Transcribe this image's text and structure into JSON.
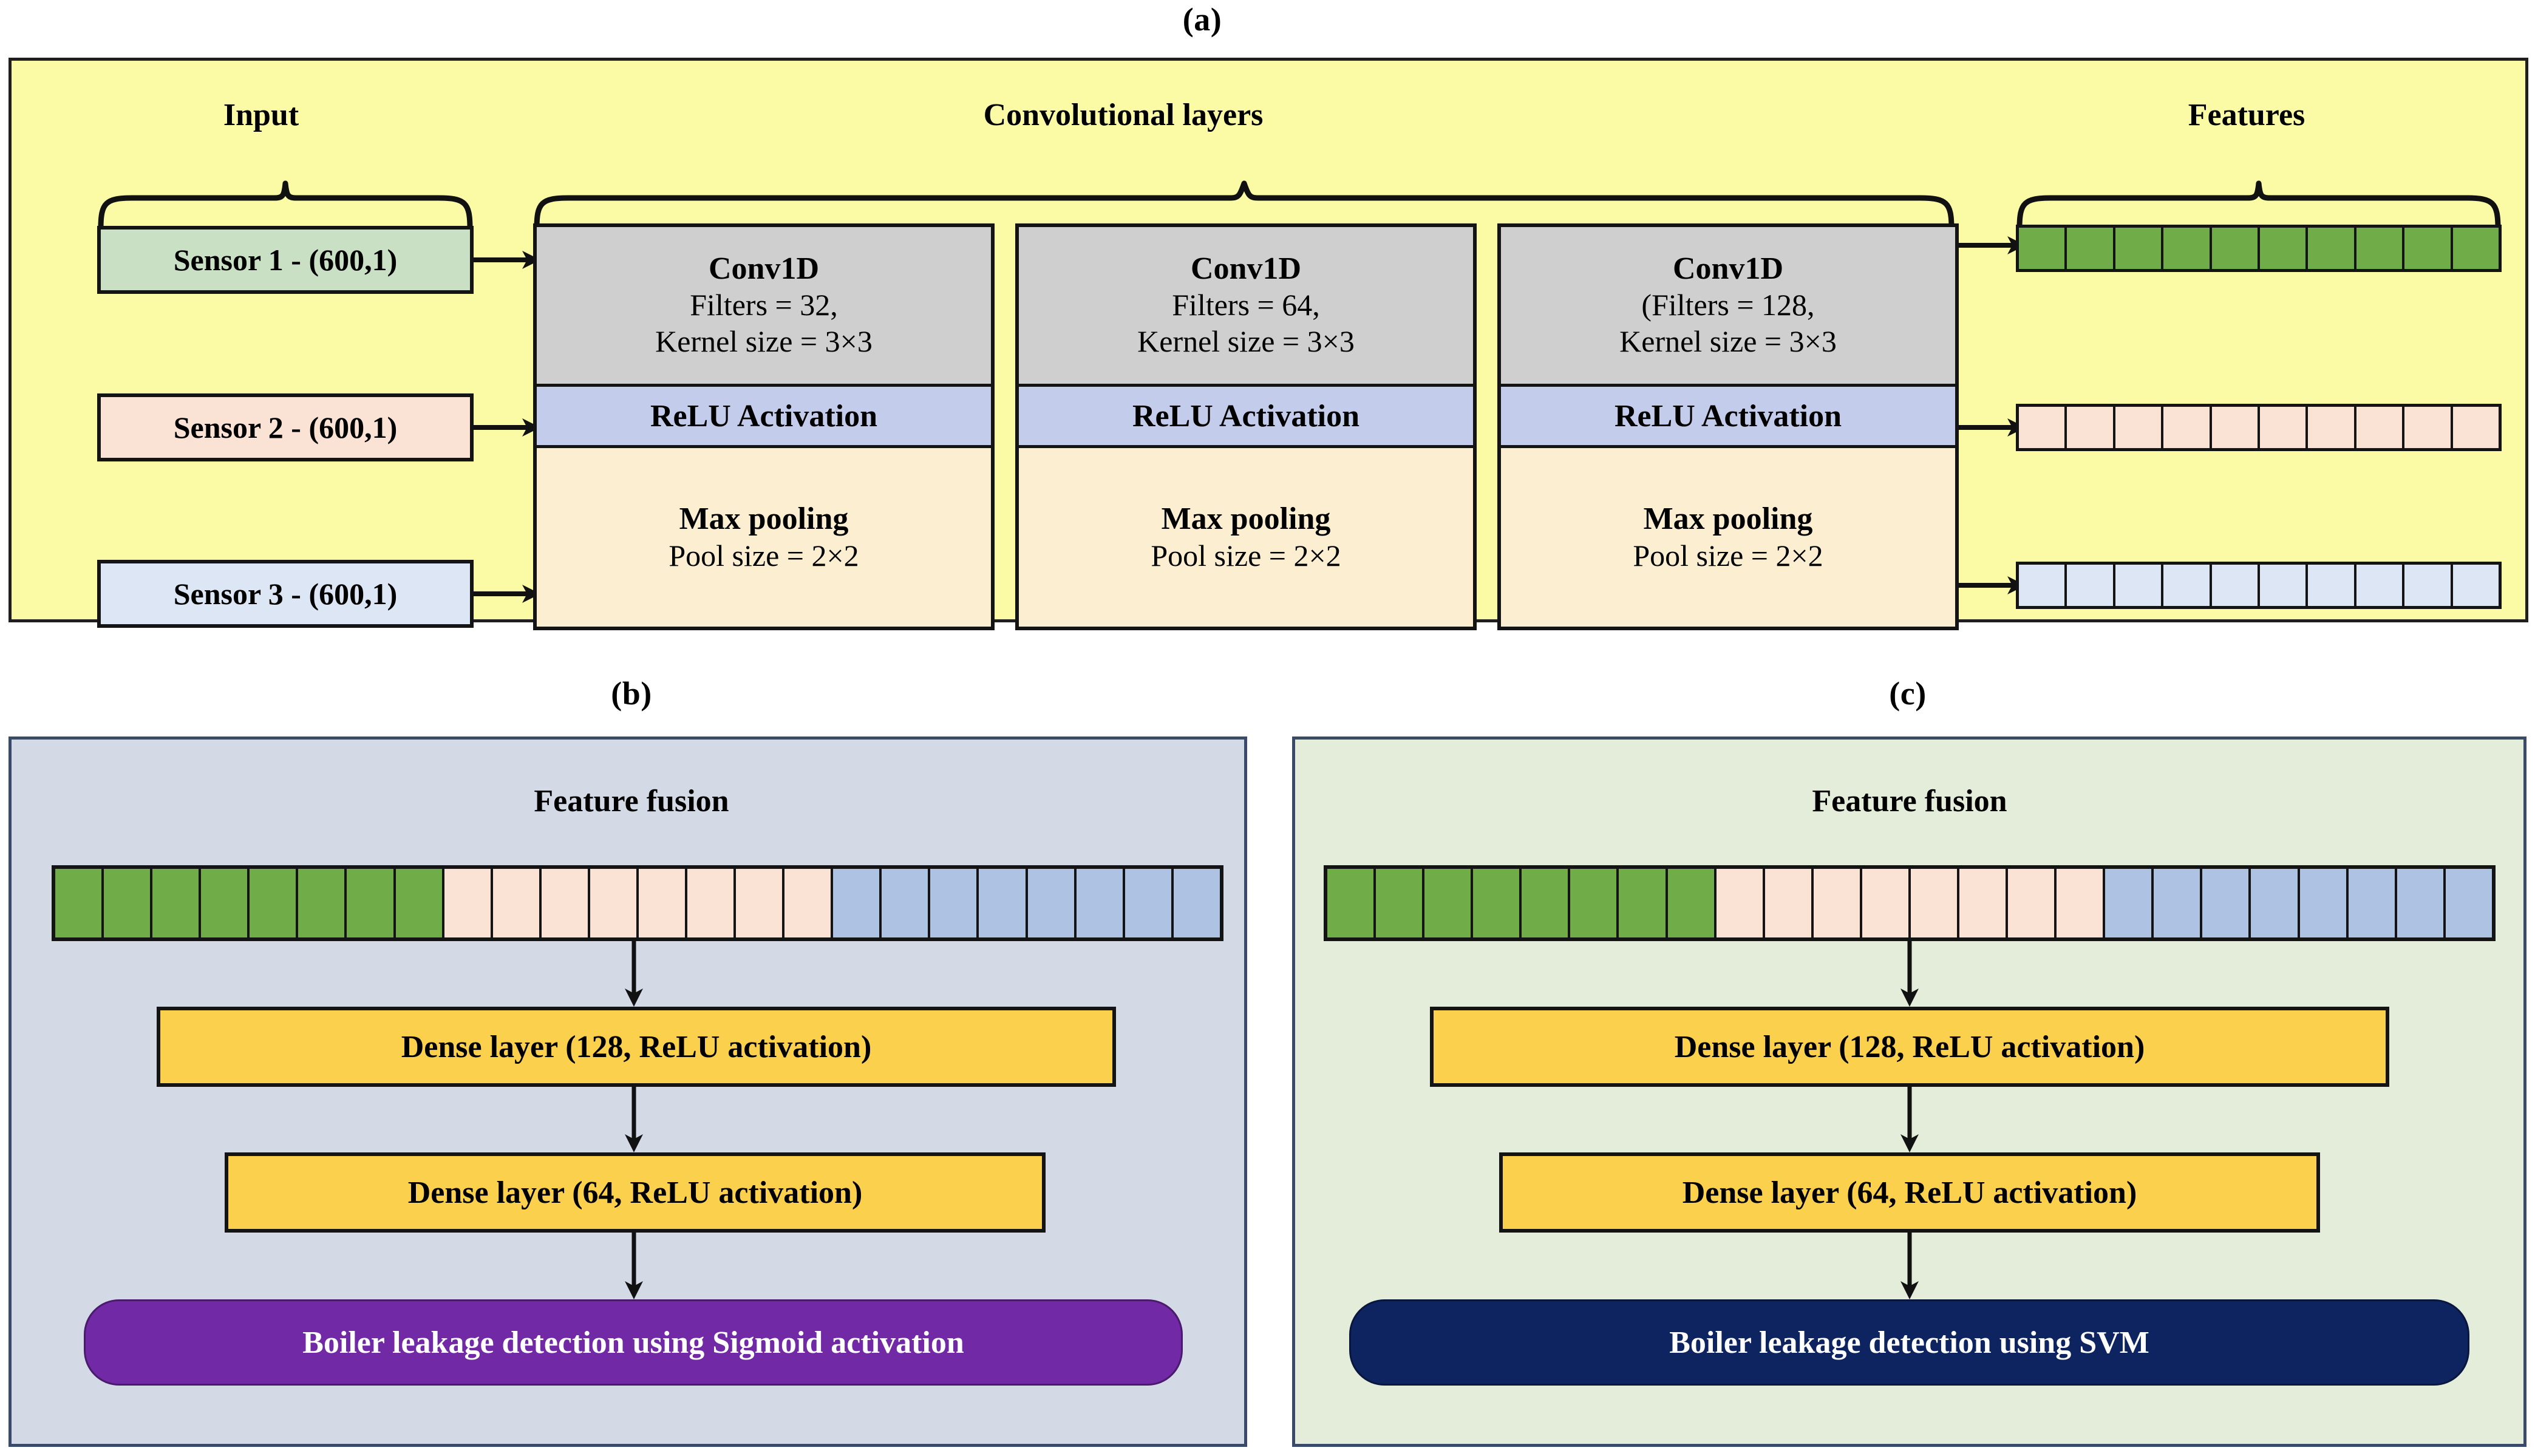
{
  "figure": {
    "panels": [
      {
        "id": "a",
        "caption": "(a)"
      },
      {
        "id": "b",
        "caption": "(b)"
      },
      {
        "id": "c",
        "caption": "(c)"
      }
    ]
  },
  "panel_a": {
    "background_color": "#FBFBA6",
    "headings": {
      "input": "Input",
      "conv": "Convolutional layers",
      "features": "Features"
    },
    "sensors": [
      {
        "label": "Sensor 1 - (600,1)",
        "color": "#C9E0C4"
      },
      {
        "label": "Sensor 2 - (600,1)",
        "color": "#FAE2D5"
      },
      {
        "label": "Sensor 3 - (600,1)",
        "color": "#DCE6F5"
      }
    ],
    "conv_blocks": [
      {
        "title": "Conv1D",
        "filters": "Filters = 32,",
        "kernel": "Kernel size = 3×3",
        "activation": "ReLU Activation",
        "pool_title": "Max pooling",
        "pool_size": "Pool size = 2×2"
      },
      {
        "title": "Conv1D",
        "filters": "Filters = 64,",
        "kernel": "Kernel size = 3×3",
        "activation": "ReLU Activation",
        "pool_title": "Max pooling",
        "pool_size": "Pool size = 2×2"
      },
      {
        "title": "Conv1D",
        "filters": "(Filters = 128,",
        "kernel": "Kernel size = 3×3",
        "activation": "ReLU Activation",
        "pool_title": "Max pooling",
        "pool_size": "Pool size = 2×2"
      }
    ],
    "feature_strips": [
      {
        "color": "#70AC47",
        "cells": 10
      },
      {
        "color": "#FAE2D5",
        "cells": 10
      },
      {
        "color": "#DCE6F5",
        "cells": 10
      }
    ]
  },
  "panel_b": {
    "background_color": "#D3DAE6",
    "fusion_title": "Feature fusion",
    "fusion_bar": {
      "green_cells": 8,
      "pink_cells": 8,
      "blue_cells": 8
    },
    "dense_layers": [
      "Dense layer (128, ReLU activation)",
      "Dense layer (64, ReLU activation)"
    ],
    "output": {
      "label": "Boiler leakage detection using Sigmoid activation",
      "color": "#7229A6"
    }
  },
  "panel_c": {
    "background_color": "#E3EDDA",
    "fusion_title": "Feature fusion",
    "fusion_bar": {
      "green_cells": 8,
      "pink_cells": 8,
      "blue_cells": 8
    },
    "dense_layers": [
      "Dense layer (128, ReLU activation)",
      "Dense layer (64, ReLU activation)"
    ],
    "output": {
      "label": "Boiler leakage detection using SVM",
      "color": "#0E2461"
    }
  }
}
